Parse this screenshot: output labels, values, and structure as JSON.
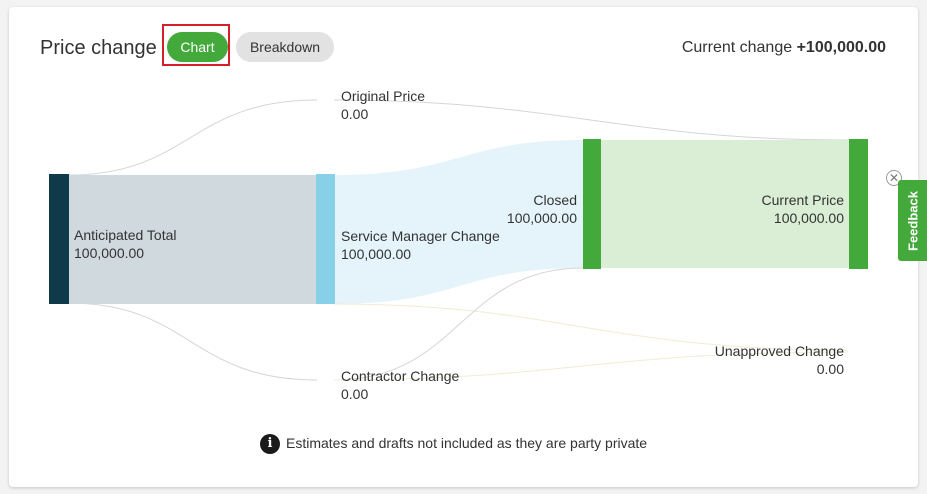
{
  "header": {
    "title": "Price change",
    "tabs": [
      "Chart",
      "Breakdown"
    ],
    "current_change_label": "Current change",
    "current_change_value": "+100,000.00"
  },
  "note": "Estimates and drafts not included as they are party private",
  "feedback": {
    "label": "Feedback"
  },
  "colors": {
    "accent": "#43a93a",
    "dark_node": "#0e3a4a",
    "light_blue_node": "#87d0e8",
    "grey_flow": "#cfd9de",
    "blue_flow": "#e4f4fa",
    "green_flow": "#d9eed4"
  },
  "chart_data": {
    "type": "sankey",
    "nodes": [
      {
        "id": "anticipated",
        "name": "Anticipated Total",
        "value": "100,000.00"
      },
      {
        "id": "original",
        "name": "Original Price",
        "value": "0.00"
      },
      {
        "id": "contractor",
        "name": "Contractor Change",
        "value": "0.00"
      },
      {
        "id": "service",
        "name": "Service Manager Change",
        "value": "100,000.00"
      },
      {
        "id": "closed",
        "name": "Closed",
        "value": "100,000.00"
      },
      {
        "id": "unapproved",
        "name": "Unapproved Change",
        "value": "0.00"
      },
      {
        "id": "current",
        "name": "Current Price",
        "value": "100,000.00"
      }
    ],
    "links": [
      {
        "source": "anticipated",
        "target": "original",
        "value": 0
      },
      {
        "source": "anticipated",
        "target": "service",
        "value": 100000
      },
      {
        "source": "anticipated",
        "target": "contractor",
        "value": 0
      },
      {
        "source": "original",
        "target": "current",
        "value": 0
      },
      {
        "source": "service",
        "target": "closed",
        "value": 100000
      },
      {
        "source": "service",
        "target": "unapproved",
        "value": 0
      },
      {
        "source": "contractor",
        "target": "closed",
        "value": 0
      },
      {
        "source": "contractor",
        "target": "unapproved",
        "value": 0
      },
      {
        "source": "closed",
        "target": "current",
        "value": 100000
      }
    ]
  }
}
